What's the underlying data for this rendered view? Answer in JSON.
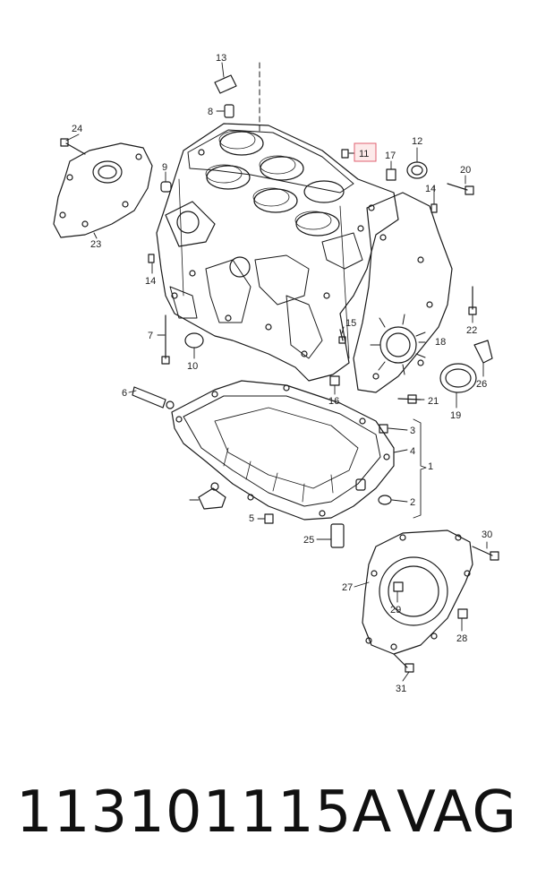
{
  "callouts": {
    "c1": "1",
    "c2": "2",
    "c3": "3",
    "c4": "4",
    "c5": "5",
    "c6": "6",
    "c7": "7",
    "c8": "8",
    "c9": "9",
    "c10": "10",
    "c11": "11",
    "c12": "12",
    "c13": "13",
    "c14a": "14",
    "c14b": "14",
    "c15": "15",
    "c16": "16",
    "c17": "17",
    "c18": "18",
    "c19": "19",
    "c20": "20",
    "c21": "21",
    "c22": "22",
    "c23": "23",
    "c24": "24",
    "c25": "25",
    "c26": "26",
    "c27": "27",
    "c28": "28",
    "c29": "29",
    "c30": "30",
    "c31": "31"
  },
  "highlight_color": "#e06070",
  "footer": {
    "part_number": "113101115A",
    "brand": "VAG"
  }
}
